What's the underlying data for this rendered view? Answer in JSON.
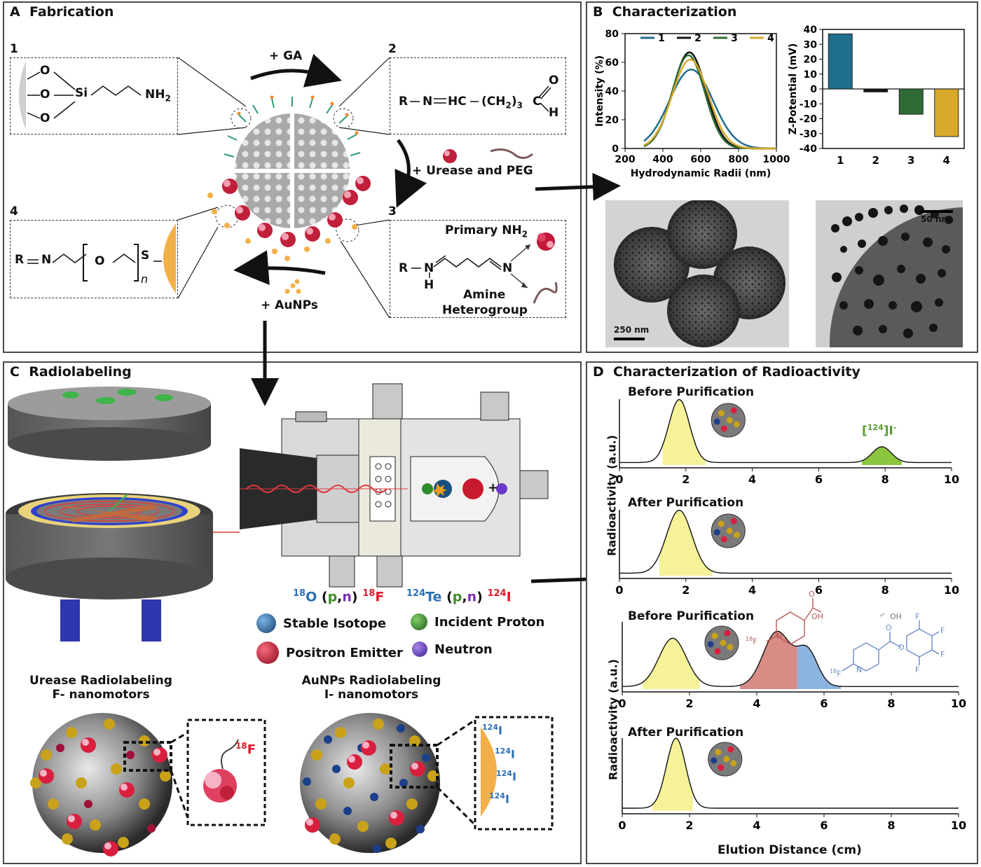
{
  "panels": {
    "A": {
      "letter": "A",
      "title": "Fabrication"
    },
    "B": {
      "letter": "B",
      "title": "Characterization"
    },
    "C": {
      "letter": "C",
      "title": "Radiolabeling"
    },
    "D": {
      "letter": "D",
      "title": "Characterization of Radioactivity"
    }
  },
  "fabrication": {
    "step_numbers": [
      "1",
      "2",
      "3",
      "4"
    ],
    "arrow_ga": "+ GA",
    "arrow_urease_peg": "+ Urease and PEG",
    "arrow_aunps": "+ AuNPs",
    "box1": {
      "o": "O",
      "si": "Si",
      "nh": "NH",
      "sub": "2"
    },
    "box2": {
      "left": "R",
      "n": "N",
      "hc": "HC",
      "ch": "(CH",
      "sub2": "2",
      "paren": ")",
      "sub3": "3",
      "c": "C",
      "o": "O",
      "h": "H"
    },
    "box3": {
      "primary": "Primary NH",
      "primary_sub": "2",
      "r": "R",
      "n": "N",
      "h": "H",
      "amine": "Amine",
      "hetero": "Heterogroup"
    },
    "box4": {
      "r": "R",
      "n": "N",
      "o": "O",
      "s": "S",
      "n_sub": "n"
    }
  },
  "characterization": {
    "dls": {
      "ylabel": "Intensity (%)",
      "xlabel": "Hydrodynamic Radii (nm)",
      "xticks": [
        "200",
        "400",
        "600",
        "800",
        "1000"
      ],
      "yticks": [
        "0",
        "20",
        "40",
        "60",
        "80"
      ]
    },
    "zeta": {
      "ylabel": "Z-Potential (mV)",
      "yticks": [
        "40",
        "30",
        "20",
        "10",
        "0",
        "-10",
        "-20",
        "-30",
        "-40"
      ],
      "xticks": [
        "1",
        "2",
        "3",
        "4"
      ]
    },
    "tem_scale_left": "250 nm",
    "tem_scale_right": "50 nm"
  },
  "radiolabeling": {
    "reaction_left": {
      "mass1": "18",
      "el1": "O",
      "open": "(",
      "p": "p",
      "comma": ",",
      "n": "n",
      "close": ")",
      "mass2": "18",
      "el2": "F"
    },
    "reaction_right": {
      "mass1": "124",
      "el1": "Te",
      "open": "(",
      "p": "p",
      "comma": ",",
      "n": "n",
      "close": ")",
      "mass2": "124",
      "el2": "I"
    },
    "legend": {
      "stable": "Stable Isotope",
      "proton": "Incident Proton",
      "positron": "Positron Emitter",
      "neutron": "Neutron"
    },
    "plus": "+",
    "urease_title_1": "Urease Radiolabeling",
    "urease_title_2": "F- nanomotors",
    "aunps_title_1": "AuNPs Radiolabeling",
    "aunps_title_2": "I- nanomotors",
    "f18_mass": "18",
    "f18_el": "F",
    "i124_mass": "124",
    "i124_el": "I"
  },
  "radioactivity": {
    "before": "Before Purification",
    "after": "After Purification",
    "ylabel": "Radioactivity (a.u.)",
    "xlabel": "Elution Distance (cm)",
    "iodide_mass": "124",
    "iodide_text": "[",
    "iodide_rest": "]I",
    "iodide_sup": "-",
    "xticks": [
      "0",
      "2",
      "4",
      "6",
      "8",
      "10"
    ],
    "mol_labels": {
      "oh": "OH",
      "o": "O",
      "f": "F",
      "n": "N",
      "f18_mass": "18",
      "f18_el": "F"
    }
  },
  "colors": {
    "s1": "#1f6e8c",
    "s2": "#111111",
    "s3": "#2f6b35",
    "s4": "#d9a92a",
    "yellow_peak": "#f6f29a",
    "green_peak": "#8cc63f",
    "red_peak": "#d98b86",
    "blue_peak": "#8cb4e0",
    "f_red": "#e0192b",
    "i_blue": "#2a6fb5",
    "p_green": "#3f8f2a",
    "n_purple": "#7a2fb0"
  },
  "chart_data": [
    {
      "type": "line",
      "xlabel": "Hydrodynamic Radii (nm)",
      "ylabel": "Intensity (%)",
      "xlim": [
        200,
        1000
      ],
      "ylim": [
        0,
        80
      ],
      "series": [
        {
          "name": "1",
          "peak_x": 550,
          "peak_y": 55,
          "width": 115
        },
        {
          "name": "2",
          "peak_x": 540,
          "peak_y": 67,
          "width": 88
        },
        {
          "name": "3",
          "peak_x": 535,
          "peak_y": 65,
          "width": 86
        },
        {
          "name": "4",
          "peak_x": 545,
          "peak_y": 62,
          "width": 95
        }
      ],
      "legend": "top"
    },
    {
      "type": "bar",
      "categories": [
        "1",
        "2",
        "3",
        "4"
      ],
      "values": [
        37,
        -2,
        -17,
        -32
      ],
      "ylabel": "Z-Potential (mV)",
      "ylim": [
        -40,
        40
      ]
    },
    {
      "type": "area",
      "title": "Before Purification",
      "xlim": [
        0,
        10
      ],
      "peaks": [
        {
          "center": 1.8,
          "height": 1.0,
          "range": [
            1.3,
            2.6
          ]
        },
        {
          "center": 7.9,
          "height": 0.25,
          "range": [
            7.3,
            8.5
          ]
        }
      ]
    },
    {
      "type": "area",
      "title": "After Purification",
      "xlim": [
        0,
        10
      ],
      "peaks": [
        {
          "center": 1.8,
          "height": 1.0,
          "range": [
            1.2,
            2.8
          ]
        }
      ]
    },
    {
      "type": "area",
      "title": "Before Purification",
      "xlim": [
        0,
        10
      ],
      "peaks": [
        {
          "center": 1.5,
          "height": 0.75,
          "range": [
            0.6,
            2.3
          ]
        },
        {
          "center": 4.6,
          "height": 0.85,
          "range": [
            3.5,
            5.2
          ]
        },
        {
          "center": 5.5,
          "height": 0.55,
          "range": [
            5.2,
            6.5
          ]
        }
      ]
    },
    {
      "type": "area",
      "title": "After Purification",
      "xlim": [
        0,
        10
      ],
      "xlabel": "Elution Distance (cm)",
      "peaks": [
        {
          "center": 1.6,
          "height": 1.0,
          "range": [
            0.9,
            2.1
          ]
        }
      ]
    }
  ]
}
